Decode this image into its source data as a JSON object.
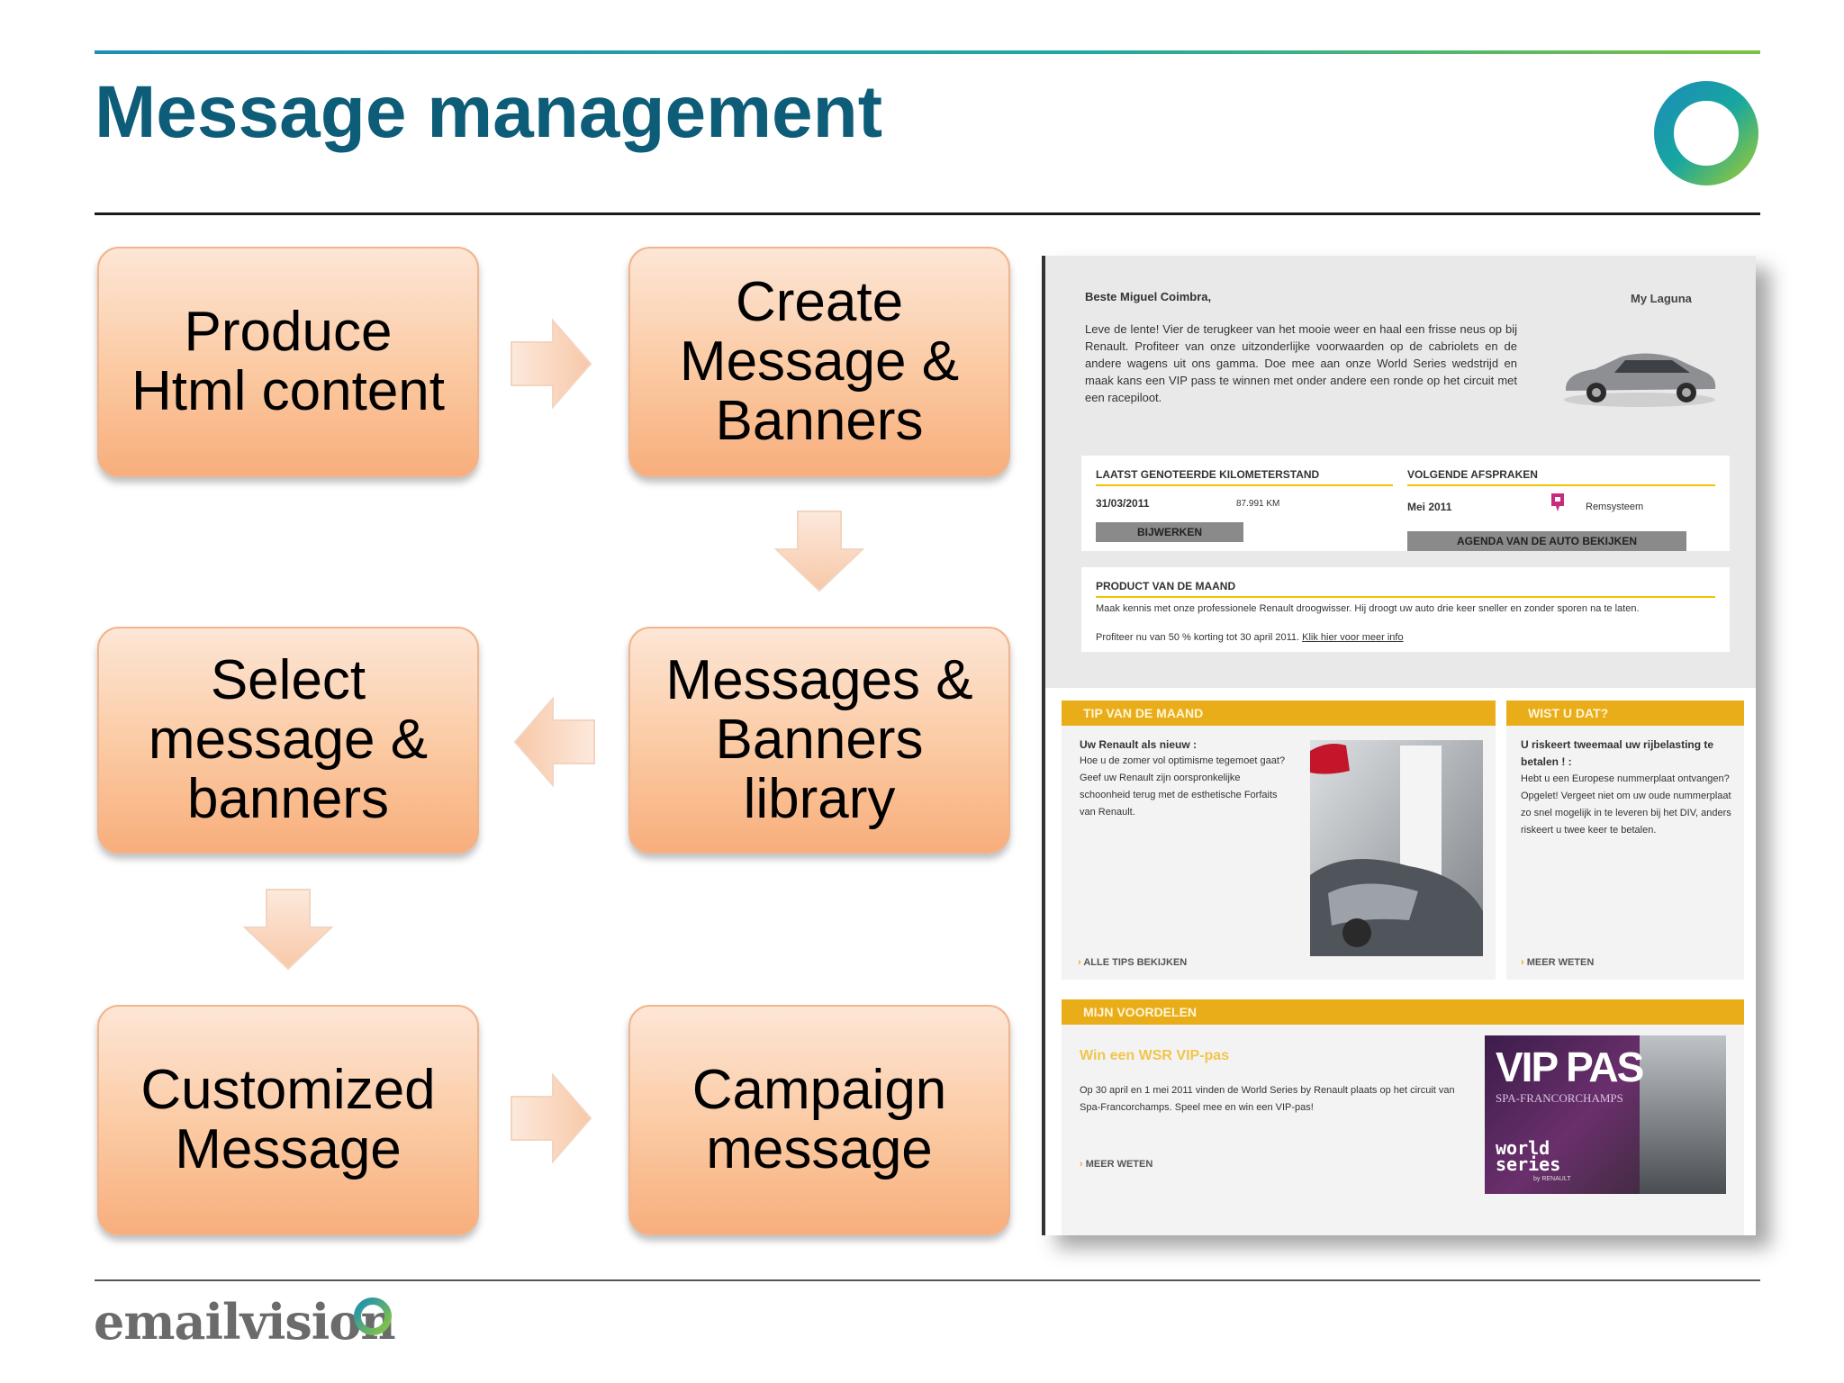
{
  "slide": {
    "title": "Message management",
    "brand_colors": {
      "title": "#0d5c78",
      "accent_blue": "#1c8fb5",
      "accent_green": "#7fc242",
      "box_orange": "#f8ae7c"
    }
  },
  "flow": {
    "produce": "Produce\nHtml content",
    "create": "Create\nMessage &\nBanners",
    "library": "Messages &\nBanners\nlibrary",
    "select": "Select\nmessage &\nbanners",
    "customized": "Customized\nMessage",
    "campaign": "Campaign\nmessage"
  },
  "email": {
    "greeting": "Beste Miguel Coimbra,",
    "model": "My Laguna",
    "intro": "Leve de lente! Vier de terugkeer van het mooie weer en haal een frisse neus op bij Renault. Profiteer van onze uitzonderlijke voorwaarden op de cabriolets en de andere wagens uit ons gamma. Doe mee aan onze World Series wedstrijd en maak kans een VIP pass te winnen met onder andere een ronde op het circuit met een racepiloot.",
    "km_title": "LAATST GENOTEERDE KILOMETERSTAND",
    "km_date": "31/03/2011",
    "km_value": "87.991 KM",
    "km_button": "BIJWERKEN",
    "appt_title": "VOLGENDE AFSPRAKEN",
    "appt_date": "Mei 2011",
    "appt_item": "Remsysteem",
    "appt_button": "AGENDA VAN DE AUTO BEKIJKEN",
    "product_title": "PRODUCT VAN DE MAAND",
    "product_text": "Maak kennis met onze professionele Renault droogwisser. Hij droogt uw auto drie keer sneller en zonder sporen na te laten.",
    "product_offer": "Profiteer nu van 50 % korting tot 30 april 2011.",
    "product_link": "Klik hier voor meer info",
    "tip_head": "TIP VAN DE MAAND",
    "tip_title": "Uw Renault als nieuw :",
    "tip_text": "Hoe u de zomer vol optimisme tegemoet gaat? Geef uw Renault zijn oorspronkelijke schoonheid terug met de esthetische Forfaits van Renault.",
    "tip_link": "ALLE TIPS BEKIJKEN",
    "know_head": "WIST U DAT?",
    "know_title": "U riskeert tweemaal uw rijbelasting te betalen ! :",
    "know_text": "Hebt u een Europese nummerplaat ontvangen? Opgelet! Vergeet niet om uw oude nummerplaat zo snel mogelijk in te leveren bij het DIV, anders riskeert u twee keer te betalen.",
    "know_link": "MEER WETEN",
    "adv_head": "MIJN VOORDELEN",
    "adv_title": "Win een WSR VIP-pas",
    "adv_text": "Op 30 april en 1 mei 2011 vinden de World Series by Renault plaats op het circuit van Spa-Francorchamps. Speel mee en win een VIP-pas!",
    "adv_link": "MEER WETEN",
    "vip_title": "VIP PAS",
    "vip_sub": "SPA-FRANCORCHAMPS",
    "vip_brand": "world\nseries",
    "vip_by": "by RENAULT"
  },
  "footer": {
    "brand": "emailvision"
  }
}
